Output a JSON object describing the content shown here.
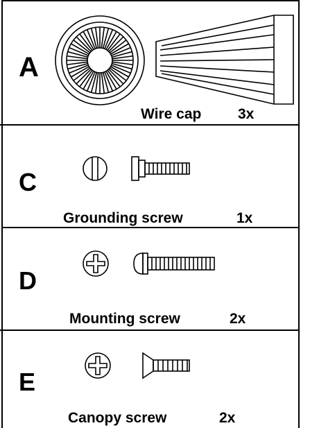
{
  "parts": [
    {
      "letter": "A",
      "name": "Wire cap",
      "qty": "3x"
    },
    {
      "letter": "C",
      "name": "Grounding screw",
      "qty": "1x"
    },
    {
      "letter": "D",
      "name": "Mounting screw",
      "qty": "2x"
    },
    {
      "letter": "E",
      "name": "Canopy screw",
      "qty": "2x"
    }
  ],
  "icons": [
    "wire-cap-icon",
    "slotted-screw-head-icon",
    "grounding-screw-side-icon",
    "phillips-screw-head-icon",
    "mounting-screw-side-icon",
    "phillips-screw-head-icon",
    "canopy-screw-side-icon"
  ],
  "colors": {
    "ink": "#000000",
    "paper": "#ffffff"
  }
}
